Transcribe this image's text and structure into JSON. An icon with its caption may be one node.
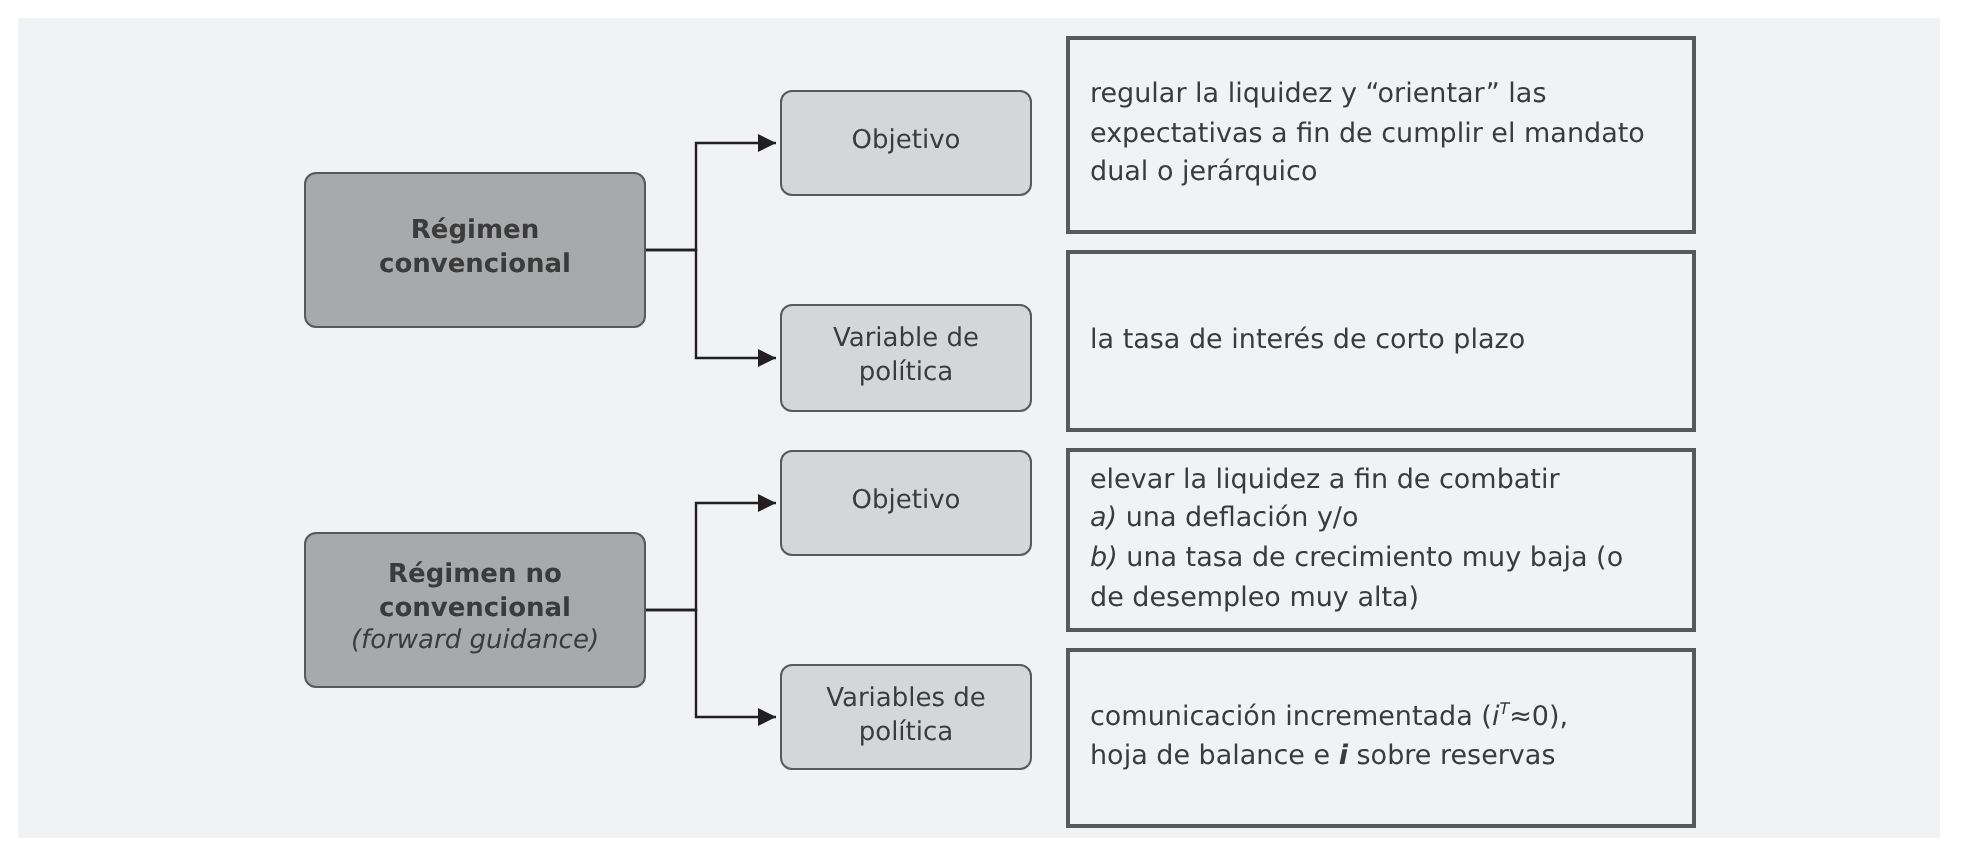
{
  "diagram": {
    "nodes": [
      {
        "text": [
          "Régimen convencional"
        ]
      },
      {
        "text": [
          "Objetivo"
        ]
      },
      {
        "text": [
          "Variable de política"
        ]
      },
      {
        "text": [
          "regular la liquidez y “orientar” las expectativas a fin de cumplir el mandato dual o jerárquico"
        ]
      },
      {
        "text": [
          "la tasa de interés de corto plazo"
        ]
      },
      {
        "text": [
          "Régimen no convencional",
          "(forward guidance)"
        ]
      },
      {
        "text": [
          "Objetivo"
        ]
      },
      {
        "text": [
          "Variables de política"
        ]
      },
      {
        "text": [
          "elevar la liquidez a fin de combatir",
          "*a)* una deflación y/o",
          "*b)* una tasa de crecimiento muy baja (o de desempleo muy alta)"
        ]
      },
      {
        "text": [
          "comunicación incrementada (*i*$^{T}$≈0), hoja de balance e **i** sobre reservas"
        ]
      }
    ],
    "edges": [
      {
        "from": 0,
        "to": 1,
        "arrow": "to"
      },
      {
        "from": 0,
        "to": 2,
        "arrow": "to"
      },
      {
        "from": 5,
        "to": 6,
        "arrow": "to"
      },
      {
        "from": 5,
        "to": 7,
        "arrow": "to"
      }
    ]
  }
}
